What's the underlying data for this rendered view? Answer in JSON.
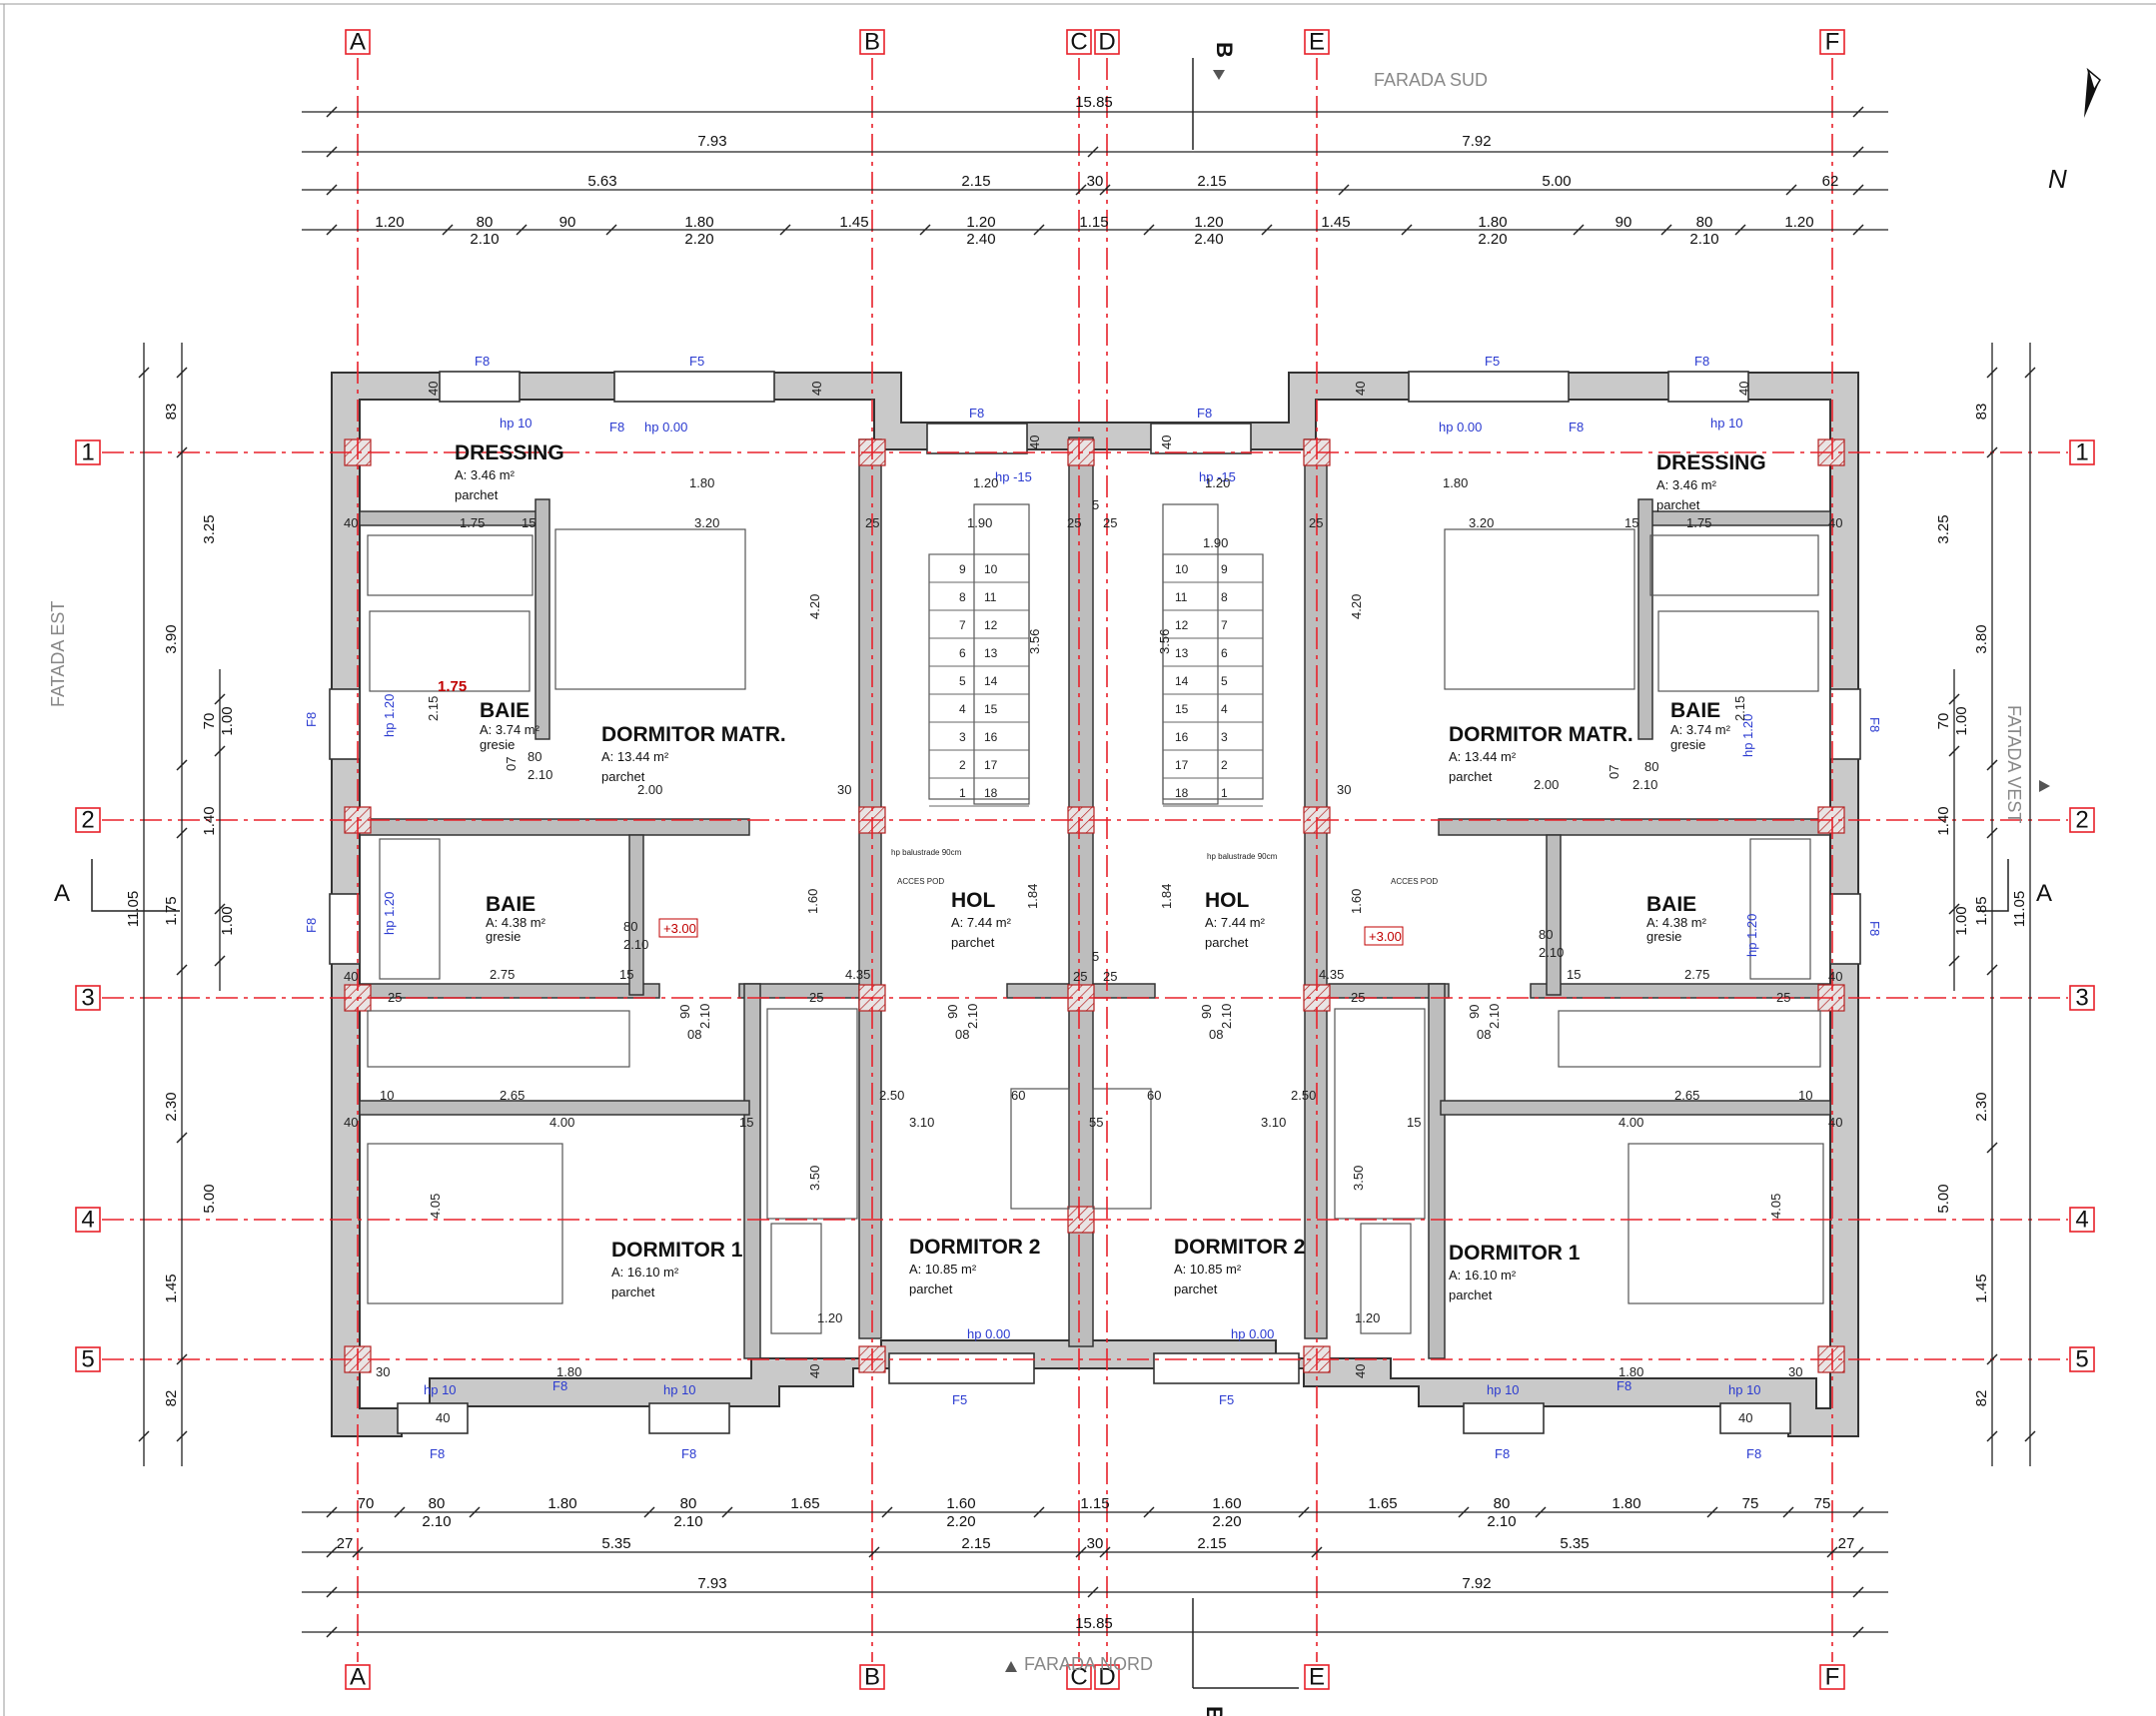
{
  "grid": {
    "columns": [
      "A",
      "B",
      "C",
      "D",
      "E",
      "F"
    ],
    "rows": [
      "1",
      "2",
      "3",
      "4",
      "5"
    ]
  },
  "section_marks": {
    "vertical": "B",
    "horizontal": "A"
  },
  "facades": {
    "south": "FARADA SUD",
    "north": "FARADA NORD",
    "east": "FATADA EST",
    "west": "FATADA VEST"
  },
  "north_label": "N",
  "dims_top": {
    "total": "15.85",
    "halves": [
      "7.93",
      "7.92"
    ],
    "row3": [
      "5.63",
      "2.15",
      "30",
      "2.15",
      "5.00",
      "62"
    ],
    "row4": [
      "1.20",
      "80",
      "90",
      "1.80",
      "1.45",
      "1.20",
      "1.15",
      "1.20",
      "1.45",
      "1.80",
      "90",
      "80",
      "1.20"
    ],
    "row4_sub": [
      "2.10",
      "2.20",
      "2.40",
      "2.40",
      "2.20",
      "2.10"
    ]
  },
  "dims_bottom": {
    "row1": [
      "70",
      "80",
      "1.80",
      "80",
      "1.65",
      "1.60",
      "1.15",
      "1.60",
      "1.65",
      "80",
      "1.80",
      "75",
      "75"
    ],
    "row1_sub": [
      "2.10",
      "2.10",
      "2.20",
      "2.20",
      "2.10"
    ],
    "row2": [
      "27",
      "5.35",
      "2.15",
      "30",
      "2.15",
      "5.35",
      "27"
    ],
    "halves": [
      "7.93",
      "7.92"
    ],
    "total": "15.85"
  },
  "dims_left": {
    "outer": [
      "83",
      "3.25",
      "3.90",
      "70",
      "1.40",
      "1.75",
      "2.30",
      "1.45",
      "82"
    ],
    "inner": [
      "1.00",
      "1.00",
      "5.00"
    ],
    "total": "11.05"
  },
  "dims_right": {
    "outer": [
      "83",
      "3.25",
      "3.80",
      "70",
      "1.40",
      "1.85",
      "2.30",
      "1.45",
      "82"
    ],
    "inner": [
      "1.00",
      "1.00",
      "5.00"
    ],
    "total": "11.05"
  },
  "rooms": {
    "dressing_l": {
      "name": "DRESSING",
      "area": "A: 3.46 m²",
      "finish": "parchet"
    },
    "baie1_l": {
      "name": "BAIE",
      "area": "A: 3.74 m²",
      "finish": "gresie"
    },
    "matr_l": {
      "name": "DORMITOR MATR.",
      "area": "A: 13.44 m²",
      "finish": "parchet"
    },
    "baie2_l": {
      "name": "BAIE",
      "area": "A: 4.38 m²",
      "finish": "gresie"
    },
    "hol_l": {
      "name": "HOL",
      "area": "A: 7.44 m²",
      "finish": "parchet"
    },
    "dorm1_l": {
      "name": "DORMITOR 1",
      "area": "A: 16.10 m²",
      "finish": "parchet"
    },
    "dorm2_l": {
      "name": "DORMITOR 2",
      "area": "A: 10.85 m²",
      "finish": "parchet"
    },
    "dressing_r": {
      "name": "DRESSING",
      "area": "A: 3.46 m²",
      "finish": "parchet"
    },
    "baie1_r": {
      "name": "BAIE",
      "area": "A: 3.74 m²",
      "finish": "gresie"
    },
    "matr_r": {
      "name": "DORMITOR MATR.",
      "area": "A: 13.44 m²",
      "finish": "parchet"
    },
    "baie2_r": {
      "name": "BAIE",
      "area": "A: 4.38 m²",
      "finish": "gresie"
    },
    "hol_r": {
      "name": "HOL",
      "area": "A: 7.44 m²",
      "finish": "parchet"
    },
    "dorm1_r": {
      "name": "DORMITOR 1",
      "area": "A: 16.10 m²",
      "finish": "parchet"
    },
    "dorm2_r": {
      "name": "DORMITOR 2",
      "area": "A: 10.85 m²",
      "finish": "parchet"
    }
  },
  "windows": {
    "f8": "F8",
    "f5": "F5"
  },
  "blue_notes": {
    "hp10": "hp 10",
    "hp000": "hp 0.00",
    "hp_15": "hp -15",
    "hp120": "hp 1.20"
  },
  "notes": {
    "level": "+3.00",
    "acces_pod": "ACCES POD",
    "balustrade": "hp balustrade 90cm",
    "red_dim": "1.75"
  },
  "interior_dims": {
    "d_190": "1.90",
    "d_175": "1.75",
    "d_320": "3.20",
    "d_420": "4.20",
    "d_356": "3.56",
    "d_184": "1.84",
    "d_160": "1.60",
    "d_275": "2.75",
    "d_435": "4.35",
    "d_400": "4.00",
    "d_310": "3.10",
    "d_405": "4.05",
    "d_350": "3.50",
    "d_215": "2.15",
    "d_200": "2.00",
    "d_250": "2.50",
    "d_265": "2.65",
    "d_180": "1.80",
    "d_120": "1.20",
    "d_210": "2.10",
    "d_40": "40",
    "d_25": "25",
    "d_15": "15",
    "d_55": "55",
    "d_5": "5",
    "d_80": "80",
    "d_90": "90",
    "d_08": "08",
    "d_07": "07",
    "d_30": "30",
    "d_60": "60",
    "d_10": "10"
  },
  "stair_left": [
    "9",
    "8",
    "7",
    "6",
    "5",
    "4",
    "3",
    "2",
    "1",
    "10",
    "11",
    "12",
    "13",
    "14",
    "15",
    "16",
    "17",
    "18"
  ],
  "stair_right": [
    "10",
    "11",
    "12",
    "13",
    "14",
    "15",
    "16",
    "17",
    "18",
    "9",
    "8",
    "7",
    "6",
    "5",
    "4",
    "3",
    "2",
    "1"
  ]
}
